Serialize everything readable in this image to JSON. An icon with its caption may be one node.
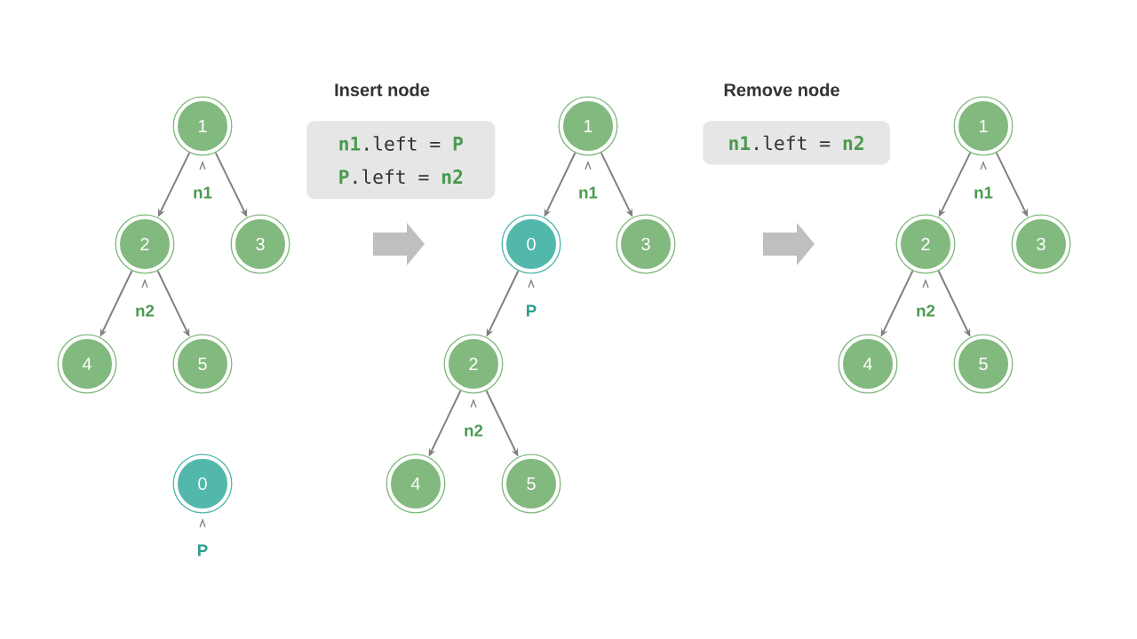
{
  "diagram": {
    "nodes": [
      {
        "text": [
          "1"
        ],
        "beside": [
          "n1"
        ]
      },
      {
        "text": [
          "2"
        ],
        "beside": [
          "n2"
        ]
      },
      {
        "text": [
          "3"
        ]
      },
      {
        "text": [
          "4"
        ]
      },
      {
        "text": [
          "5"
        ]
      },
      {
        "text": [
          "0"
        ],
        "beside": [
          "P"
        ]
      },
      {
        "text": [
          "Insert node",
          "**n1**.left = **P**",
          "**P**.left = **n2**"
        ]
      },
      {
        "text": [
          "1"
        ],
        "beside": [
          "n1"
        ]
      },
      {
        "text": [
          "0"
        ],
        "beside": [
          "P"
        ]
      },
      {
        "text": [
          "3"
        ]
      },
      {
        "text": [
          "2"
        ],
        "beside": [
          "n2"
        ]
      },
      {
        "text": [
          "4"
        ]
      },
      {
        "text": [
          "5"
        ]
      },
      {
        "text": [
          "Remove node",
          "**n1**.left = **n2**"
        ]
      },
      {
        "text": [
          "1"
        ],
        "beside": [
          "n1"
        ]
      },
      {
        "text": [
          "2"
        ],
        "beside": [
          "n2"
        ]
      },
      {
        "text": [
          "3"
        ]
      },
      {
        "text": [
          "4"
        ]
      },
      {
        "text": [
          "5"
        ]
      }
    ],
    "edges": [
      {
        "from": 0,
        "to": 1,
        "arrow": "to"
      },
      {
        "from": 0,
        "to": 2,
        "arrow": "to"
      },
      {
        "from": 1,
        "to": 3,
        "arrow": "to"
      },
      {
        "from": 1,
        "to": 4,
        "arrow": "to"
      },
      {
        "from": 7,
        "to": 8,
        "arrow": "to"
      },
      {
        "from": 7,
        "to": 9,
        "arrow": "to"
      },
      {
        "from": 8,
        "to": 10,
        "arrow": "to"
      },
      {
        "from": 10,
        "to": 11,
        "arrow": "to"
      },
      {
        "from": 10,
        "to": 12,
        "arrow": "to"
      },
      {
        "from": 14,
        "to": 15,
        "arrow": "to"
      },
      {
        "from": 14,
        "to": 16,
        "arrow": "to"
      },
      {
        "from": 15,
        "to": 17,
        "arrow": "to"
      },
      {
        "from": 15,
        "to": 18,
        "arrow": "to"
      }
    ]
  }
}
